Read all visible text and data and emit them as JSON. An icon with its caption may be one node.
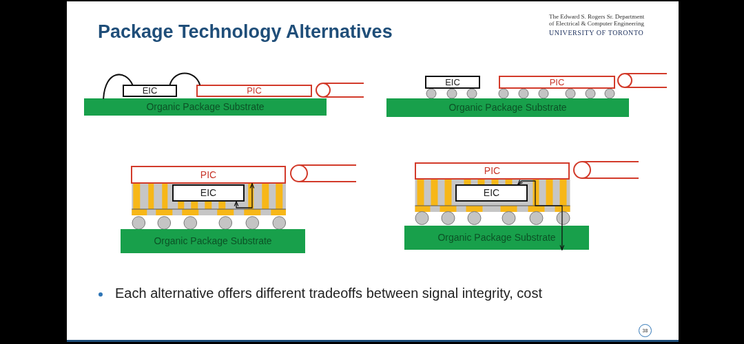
{
  "diagram": {
    "title": "Package Technology Alternatives",
    "nodes": [
      {
        "text": [
          "EIC"
        ]
      },
      {
        "text": [
          "PIC"
        ]
      },
      {
        "text": [
          "Organic Package Substrate"
        ]
      },
      {
        "text": [
          "EIC"
        ]
      },
      {
        "text": [
          "PIC"
        ]
      },
      {
        "text": [
          "Organic Package Substrate"
        ]
      },
      {
        "text": [
          "PIC"
        ]
      },
      {
        "text": [
          "EIC"
        ]
      },
      {
        "text": [
          "Organic Package Substrate"
        ]
      },
      {
        "text": [
          "PIC"
        ]
      },
      {
        "text": [
          "EIC"
        ]
      },
      {
        "text": [
          "Organic Package Substrate"
        ]
      }
    ],
    "edges": [
      {
        "from": 2,
        "to": 0,
        "arrow": "none"
      },
      {
        "from": 0,
        "to": 1,
        "arrow": "none"
      },
      {
        "from": 7,
        "to": 6,
        "arrow": "both"
      },
      {
        "from": 10,
        "to": 11,
        "arrow": "both"
      }
    ],
    "labels": [
      "The Edward S. Rogers Sr. Department of Electrical & Computer Engineering",
      "UNIVERSITY OF TORONTO",
      "Each alternative offers different tradeoffs between signal integrity, cost",
      "38"
    ]
  }
}
